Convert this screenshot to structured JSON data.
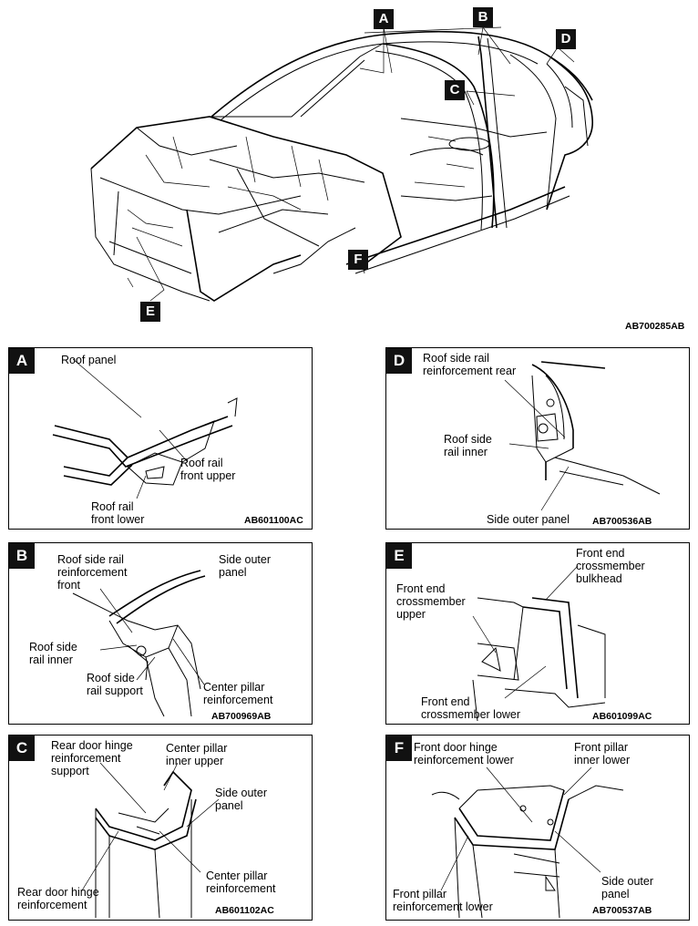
{
  "overview": {
    "callouts": {
      "a": "A",
      "b": "B",
      "c": "C",
      "d": "D",
      "e": "E",
      "f": "F"
    },
    "code": "AB700285AB"
  },
  "panels": {
    "a": {
      "tag": "A",
      "code": "AB601100AC",
      "labels": {
        "roof_panel": "Roof panel",
        "front_upper": "Roof rail\nfront upper",
        "front_lower": "Roof rail\nfront lower"
      }
    },
    "b": {
      "tag": "B",
      "code": "AB700969AB",
      "labels": {
        "reinf_front": "Roof side rail\nreinforcement\nfront",
        "side_outer": "Side outer\npanel",
        "rail_inner": "Roof side\nrail inner",
        "rail_support": "Roof side\nrail support",
        "center_pillar": "Center pillar\nreinforcement"
      }
    },
    "c": {
      "tag": "C",
      "code": "AB601102AC",
      "labels": {
        "hinge_support": "Rear door hinge\nreinforcement\nsupport",
        "pillar_inner_upper": "Center pillar\ninner upper",
        "side_outer": "Side outer\npanel",
        "pillar_reinf": "Center pillar\nreinforcement",
        "hinge_reinf": "Rear door hinge\nreinforcement"
      }
    },
    "d": {
      "tag": "D",
      "code": "AB700536AB",
      "labels": {
        "reinf_rear": "Roof side rail\nreinforcement rear",
        "rail_inner": "Roof side\nrail inner",
        "side_outer": "Side outer panel"
      }
    },
    "e": {
      "tag": "E",
      "code": "AB601099AC",
      "labels": {
        "bulkhead": "Front end\ncrossmember\nbulkhead",
        "upper": "Front end\ncrossmember\nupper",
        "lower": "Front end\ncrossmember lower"
      }
    },
    "f": {
      "tag": "F",
      "code": "AB700537AB",
      "labels": {
        "hinge_lower": "Front door hinge\nreinforcement lower",
        "pillar_inner_lower": "Front pillar\ninner lower",
        "side_outer": "Side outer\npanel",
        "pillar_reinf_lower": "Front pillar\nreinforcement lower"
      }
    }
  }
}
